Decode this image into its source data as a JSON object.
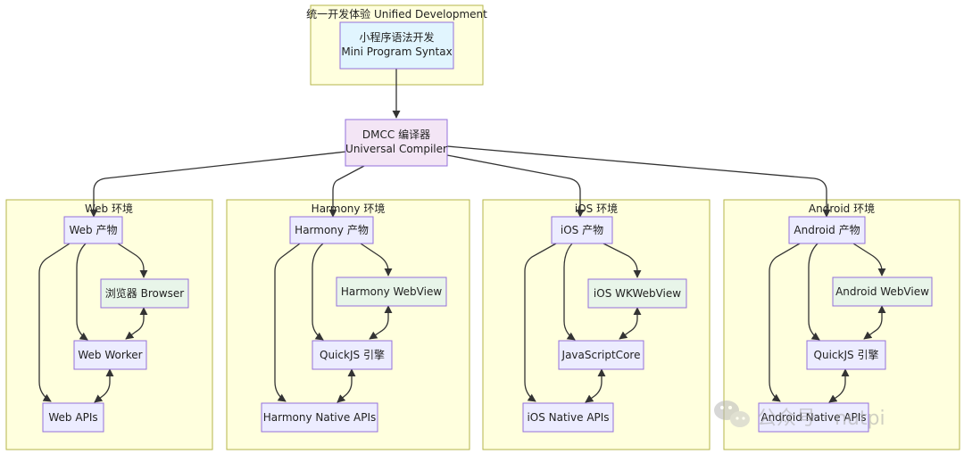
{
  "colors": {
    "cluster_fill": "#ffffde",
    "cluster_stroke": "#b5b54a",
    "node_fill": "#ececff",
    "node_stroke": "#9370db",
    "input_fill": "#e1f5fe",
    "compiler_fill": "#f3e5f5",
    "engine_fill": "#e8f5e9",
    "edge": "#333333"
  },
  "clusters": {
    "unified": {
      "label": "统一开发体验 Unified Development"
    },
    "web": {
      "label": "Web 环境"
    },
    "harmony": {
      "label": "Harmony 环境"
    },
    "ios": {
      "label": "iOS 环境"
    },
    "android": {
      "label": "Android 环境"
    }
  },
  "nodes": {
    "mini": {
      "lines": [
        "小程序语法开发",
        "Mini Program Syntax"
      ]
    },
    "dmcc": {
      "lines": [
        "DMCC 编译器",
        "Universal Compiler"
      ]
    },
    "web_artifact": {
      "label": "Web 产物"
    },
    "web_browser": {
      "label": "浏览器 Browser"
    },
    "web_worker": {
      "label": "Web Worker"
    },
    "web_apis": {
      "label": "Web APIs"
    },
    "harmony_artifact": {
      "label": "Harmony 产物"
    },
    "harmony_webview": {
      "label": "Harmony WebView"
    },
    "harmony_quickjs": {
      "label": "QuickJS 引擎"
    },
    "harmony_native": {
      "label": "Harmony Native APIs"
    },
    "ios_artifact": {
      "label": "iOS 产物"
    },
    "ios_webview": {
      "label": "iOS WKWebView"
    },
    "ios_jscore": {
      "label": "JavaScriptCore"
    },
    "ios_native": {
      "label": "iOS Native APIs"
    },
    "android_artifact": {
      "label": "Android 产物"
    },
    "android_webview": {
      "label": "Android WebView"
    },
    "android_quickjs": {
      "label": "QuickJS 引擎"
    },
    "android_native": {
      "label": "Android Native APIs"
    }
  },
  "watermark": {
    "text": "公众号 · nutpi"
  }
}
